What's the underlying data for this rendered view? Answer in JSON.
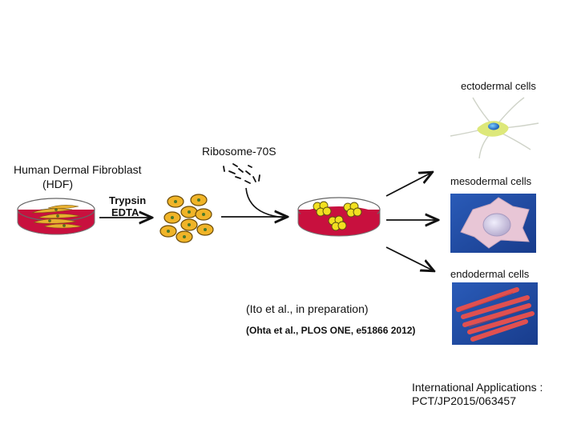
{
  "source": {
    "title": "Human Dermal Fibroblast",
    "abbrev": "(HDF)"
  },
  "step1": {
    "line1": "Trypsin",
    "line2": "EDTA"
  },
  "ribosome": {
    "label": "Ribosome-70S"
  },
  "outcomes": [
    {
      "label": "ectodermal cells"
    },
    {
      "label": "mesodermal cells"
    },
    {
      "label": "endodermal cells"
    }
  ],
  "references": {
    "pending": "(Ito et al., in preparation)",
    "published": "(Ohta et al., PLOS ONE, e51866 2012)"
  },
  "patent": {
    "line1": "International Applications :",
    "line2": "PCT/JP2015/063457"
  },
  "colors": {
    "medium": "#c8103e",
    "cell_fill": "#f0b428",
    "cluster_fill": "#f2e020",
    "neuron": "#d9e87a",
    "tile_bg": "#1f4aa0"
  }
}
